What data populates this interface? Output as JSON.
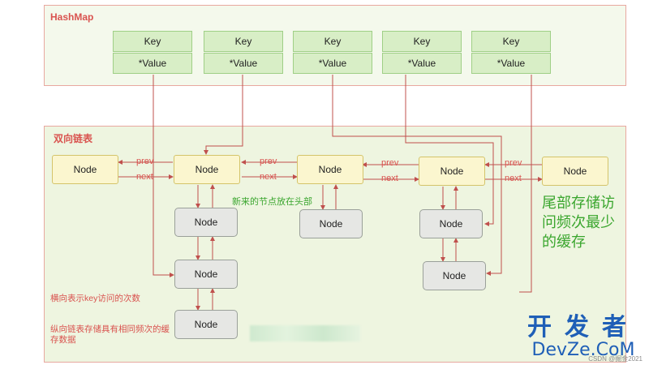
{
  "hashmap": {
    "title": "HashMap",
    "key_label": "Key",
    "value_label": "*Value",
    "entries": [
      {
        "key": "Key",
        "value": "*Value"
      },
      {
        "key": "Key",
        "value": "*Value"
      },
      {
        "key": "Key",
        "value": "*Value"
      },
      {
        "key": "Key",
        "value": "*Value"
      },
      {
        "key": "Key",
        "value": "*Value"
      }
    ]
  },
  "list": {
    "title": "双向链表",
    "node_label": "Node",
    "prev_label": "prev",
    "next_label": "next",
    "head_note": "新来的节点放在头部",
    "tail_note": "尾部存储访问频次最少的缓存",
    "horizontal_note": "横向表示key访问的次数",
    "vertical_note": "纵向链表存储具有相同频次的缓存数据"
  },
  "watermark": {
    "brand_cn": "开发者",
    "brand_en": "DevZe.CoM",
    "small": "CSDN @掘金2021"
  },
  "colors": {
    "accent_red": "#d9534f",
    "note_green": "#3aa62e",
    "brand_blue": "#1f5fb7"
  }
}
